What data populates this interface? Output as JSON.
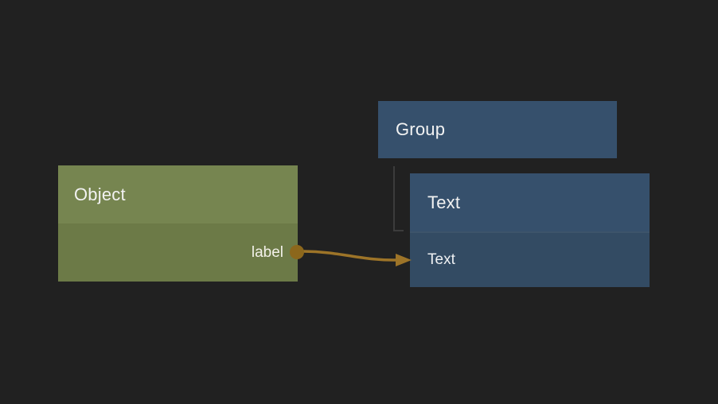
{
  "canvas": {
    "background": "#212121"
  },
  "nodes": {
    "object": {
      "title": "Object",
      "header_color": "#768550",
      "body_color": "#6c7a47",
      "output_label": "label"
    },
    "group": {
      "title": "Group",
      "color": "#36506c"
    },
    "text": {
      "title": "Text",
      "header_color": "#36506c",
      "row_color": "#334b63",
      "rows": [
        {
          "label": "Text"
        }
      ]
    }
  },
  "edge": {
    "from_node": "Object",
    "from_port": "label",
    "to_node": "Text",
    "to_row": "Text",
    "color": "#9d7428",
    "port_color": "#8c671c"
  },
  "connector": {
    "from_node": "Group",
    "to_node": "Text",
    "color": "#3c3c3c"
  }
}
